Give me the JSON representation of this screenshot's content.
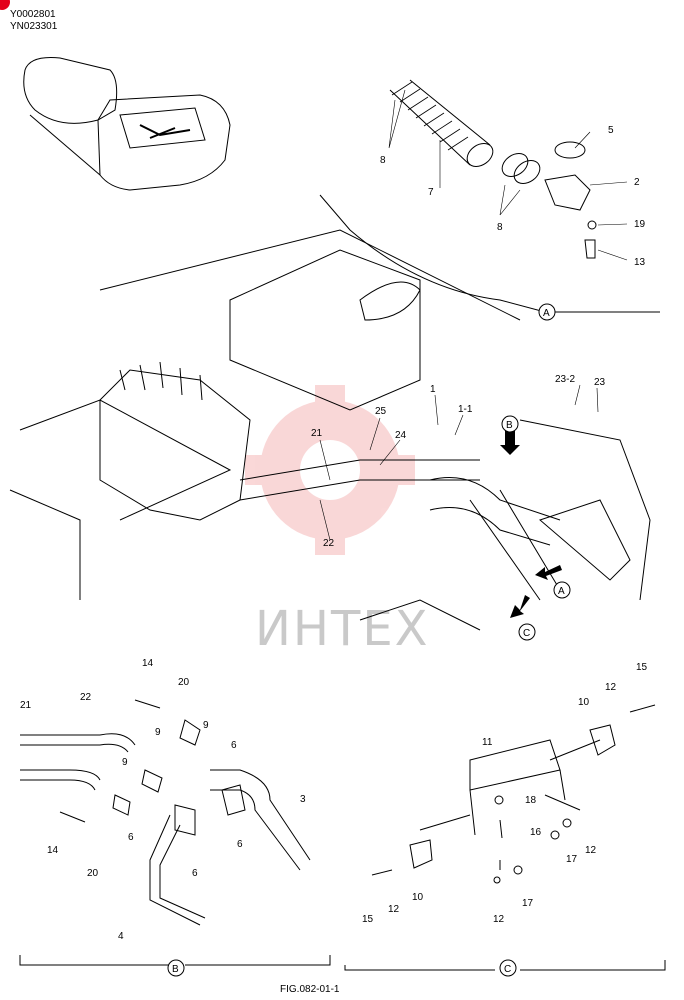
{
  "header": {
    "code1": "Y0002801",
    "code2": "YN023301"
  },
  "watermark": "ИНТЕХ",
  "figure_label": "FIG.082-01-1",
  "sections": {
    "a": "A",
    "b": "B",
    "c": "C"
  },
  "parts": {
    "p1": "1",
    "p1_1": "1-1",
    "p2": "2",
    "p3": "3",
    "p4": "4",
    "p5": "5",
    "p6": "6",
    "p7": "7",
    "p8": "8",
    "p9": "9",
    "p10": "10",
    "p11": "11",
    "p12": "12",
    "p13": "13",
    "p14": "14",
    "p15": "15",
    "p16": "16",
    "p17": "17",
    "p18": "18",
    "p19": "19",
    "p20": "20",
    "p21": "21",
    "p22": "22",
    "p23": "23",
    "p23_2": "23-2",
    "p24": "24",
    "p25": "25"
  },
  "colors": {
    "badge": "#e3001b",
    "watermark_gear": "#f5b8b8",
    "line": "#000000"
  }
}
